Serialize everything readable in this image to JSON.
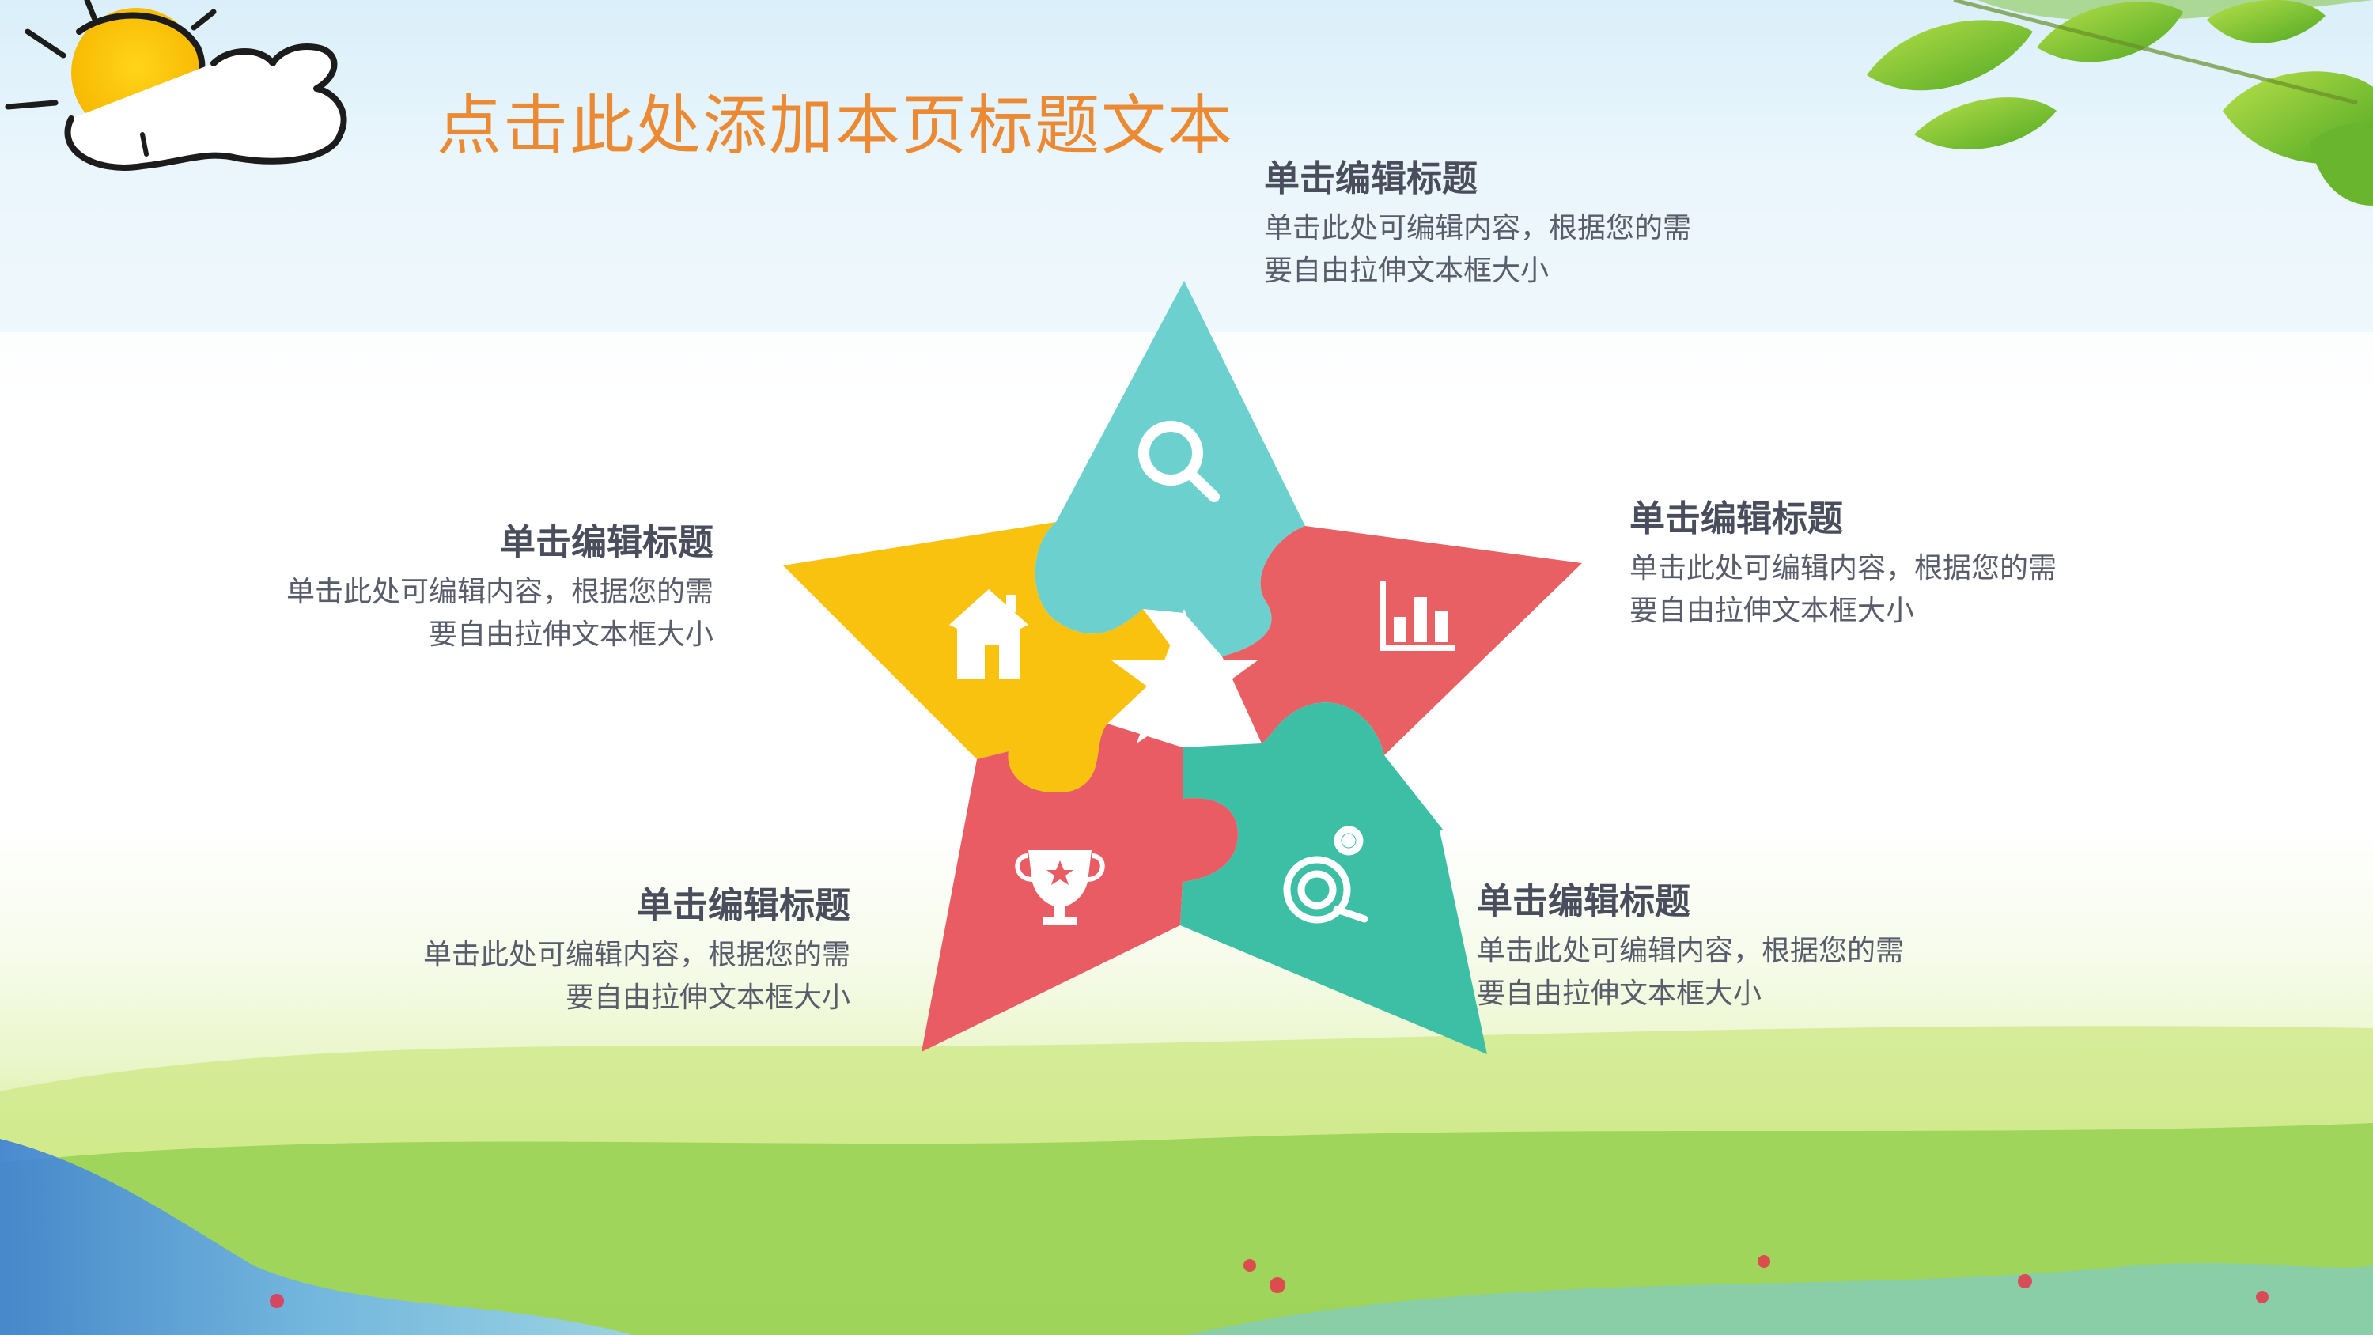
{
  "slide": {
    "title": "点击此处添加本页标题文本"
  },
  "items": [
    {
      "title": "单击编辑标题",
      "line1": "单击此处可编辑内容，根据您的需",
      "line2": "要自由拉伸文本框大小",
      "icon": "search-icon",
      "color": "#6cd0cf"
    },
    {
      "title": "单击编辑标题",
      "line1": "单击此处可编辑内容，根据您的需",
      "line2": "要自由拉伸文本框大小",
      "icon": "bar-chart-icon",
      "color": "#e86063"
    },
    {
      "title": "单击编辑标题",
      "line1": "单击此处可编辑内容，根据您的需",
      "line2": "要自由拉伸文本框大小",
      "icon": "settings-icon",
      "color": "#3dbfa6"
    },
    {
      "title": "单击编辑标题",
      "line1": "单击此处可编辑内容，根据您的需",
      "line2": "要自由拉伸文本框大小",
      "icon": "trophy-icon",
      "color": "#e95c63"
    },
    {
      "title": "单击编辑标题",
      "line1": "单击此处可编辑内容，根据您的需",
      "line2": "要自由拉伸文本框大小",
      "icon": "house-icon",
      "color": "#f9c20f"
    }
  ],
  "colors": {
    "title": "#ec8a33",
    "heading": "#4a4d5c",
    "body": "#595c6a"
  }
}
